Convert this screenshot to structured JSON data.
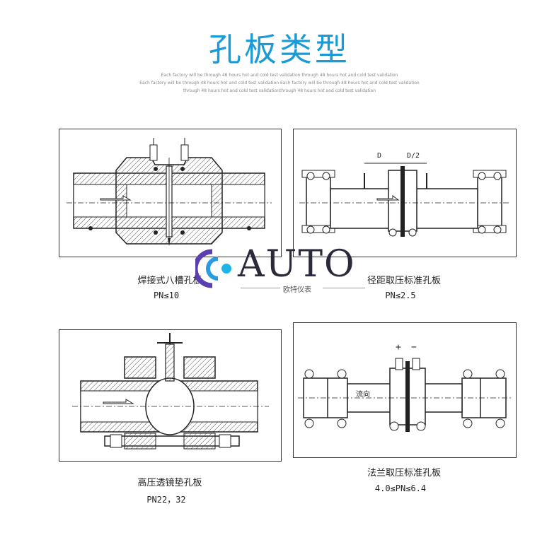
{
  "header": {
    "title": "孔板类型",
    "sub1": "Each factory will be through 48 hours hot and cold test validation through 48 hours hot and cold test validation",
    "sub2": "Each factory will be through 48 hours hot and cold test validation Each factory will be through 48 hours hot and cold test validation",
    "sub3": "through 48 hours hot and cold test validationthrough 48 hours hot and cold test validation"
  },
  "panels": [
    {
      "name": "焊接式八槽孔板",
      "spec": "PN≤10"
    },
    {
      "name": "径距取压标准孔板",
      "spec": "PN≤2.5",
      "dim_d": "D",
      "dim_d2": "D/2"
    },
    {
      "name": "高压透镜垫孔板",
      "spec": "PN22，32"
    },
    {
      "name": "法兰取压标准孔板",
      "spec": "4.0≤PN≤6.4",
      "plus": "+",
      "minus": "−",
      "flow": "流向"
    }
  ],
  "watermark": {
    "brand": "AUTO",
    "cn": "欧特仪表"
  },
  "colors": {
    "title": "#1a9ad6",
    "hatch": "#555555"
  }
}
